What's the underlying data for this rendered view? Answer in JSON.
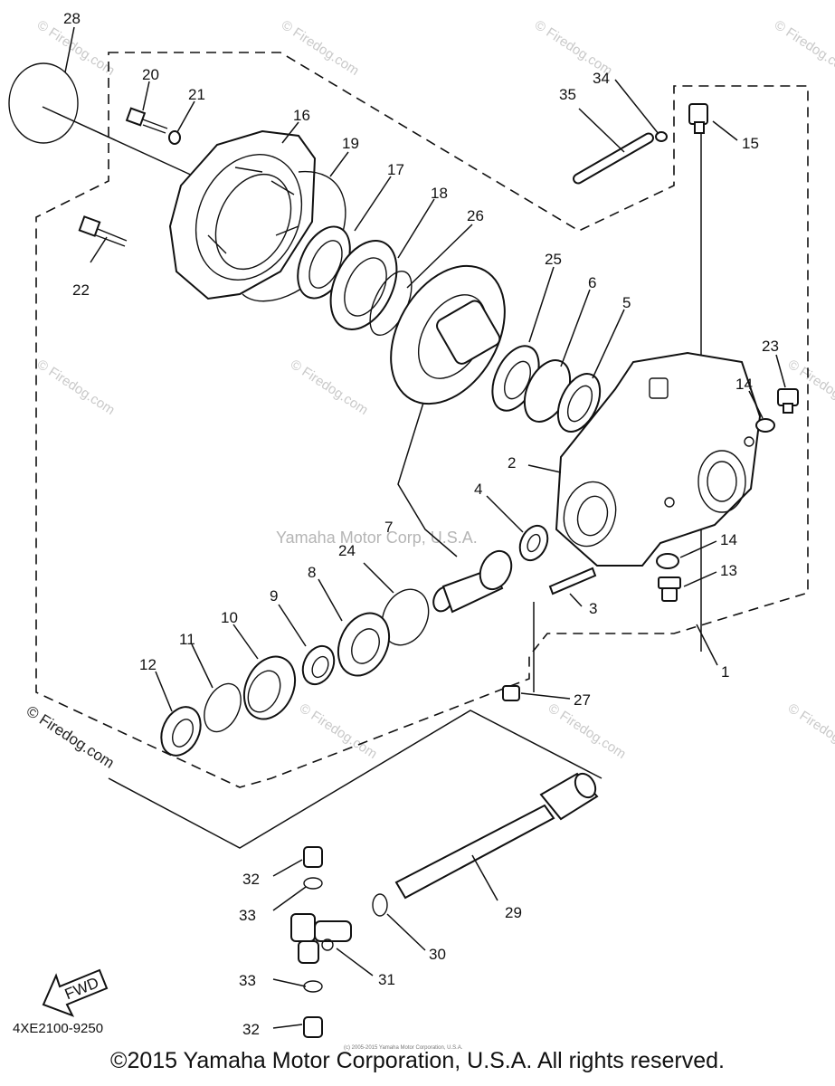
{
  "diagram": {
    "part_labels": [
      "1",
      "2",
      "3",
      "4",
      "5",
      "6",
      "7",
      "8",
      "9",
      "10",
      "11",
      "12",
      "13",
      "14",
      "14",
      "15",
      "16",
      "17",
      "18",
      "19",
      "20",
      "21",
      "22",
      "23",
      "24",
      "25",
      "26",
      "27",
      "28",
      "29",
      "30",
      "31",
      "32",
      "32",
      "33",
      "33",
      "34",
      "35"
    ],
    "fwd_label": "FWD",
    "diagram_code": "4XE2100-9250",
    "center_watermark": "Yamaha Motor Corp, U.S.A.",
    "tiled_watermark": "© Firedog.com",
    "left_watermark": "© Firedog.com",
    "small_print": "(c) 2005-2015 Yamaha Motor Corporation, U.S.A.",
    "copyright": "©2015 Yamaha Motor Corporation, U.S.A. All rights reserved."
  }
}
